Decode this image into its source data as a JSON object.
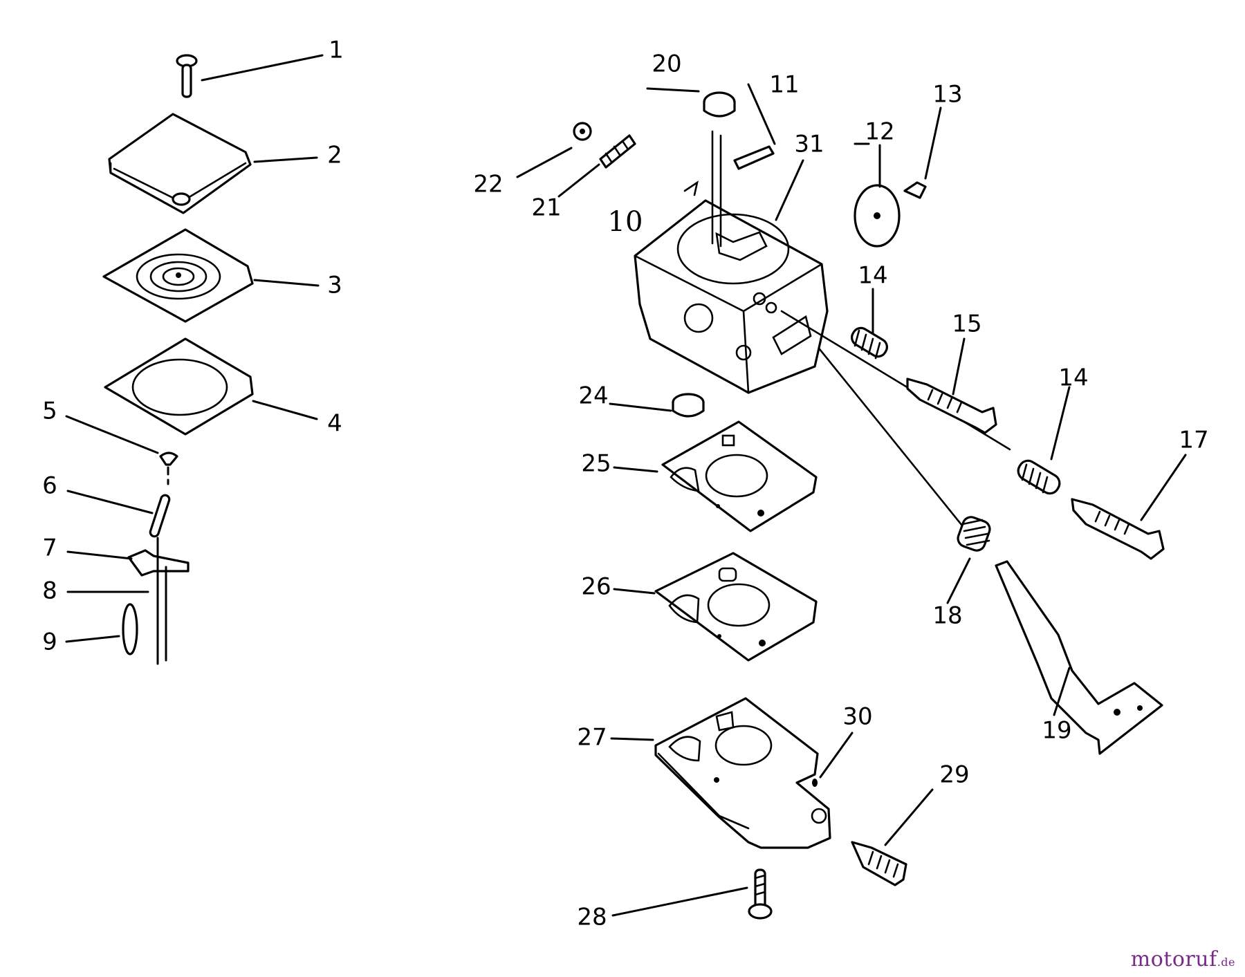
{
  "callouts": [
    {
      "id": "1",
      "text": "1"
    },
    {
      "id": "2",
      "text": "2"
    },
    {
      "id": "3",
      "text": "3"
    },
    {
      "id": "4",
      "text": "4"
    },
    {
      "id": "5",
      "text": "5"
    },
    {
      "id": "6",
      "text": "6"
    },
    {
      "id": "7",
      "text": "7"
    },
    {
      "id": "8",
      "text": "8"
    },
    {
      "id": "9",
      "text": "9"
    },
    {
      "id": "10",
      "text": "10"
    },
    {
      "id": "11",
      "text": "11"
    },
    {
      "id": "12",
      "text": "12"
    },
    {
      "id": "13",
      "text": "13"
    },
    {
      "id": "14a",
      "text": "14"
    },
    {
      "id": "14b",
      "text": "14"
    },
    {
      "id": "15",
      "text": "15"
    },
    {
      "id": "17",
      "text": "17"
    },
    {
      "id": "18",
      "text": "18"
    },
    {
      "id": "19",
      "text": "19"
    },
    {
      "id": "20",
      "text": "20"
    },
    {
      "id": "21",
      "text": "21"
    },
    {
      "id": "22",
      "text": "22"
    },
    {
      "id": "24",
      "text": "24"
    },
    {
      "id": "25",
      "text": "25"
    },
    {
      "id": "26",
      "text": "26"
    },
    {
      "id": "27",
      "text": "27"
    },
    {
      "id": "28",
      "text": "28"
    },
    {
      "id": "29",
      "text": "29"
    },
    {
      "id": "30",
      "text": "30"
    },
    {
      "id": "31",
      "text": "31"
    }
  ],
  "watermark": {
    "name": "motoruf",
    "suffix": ".de"
  }
}
